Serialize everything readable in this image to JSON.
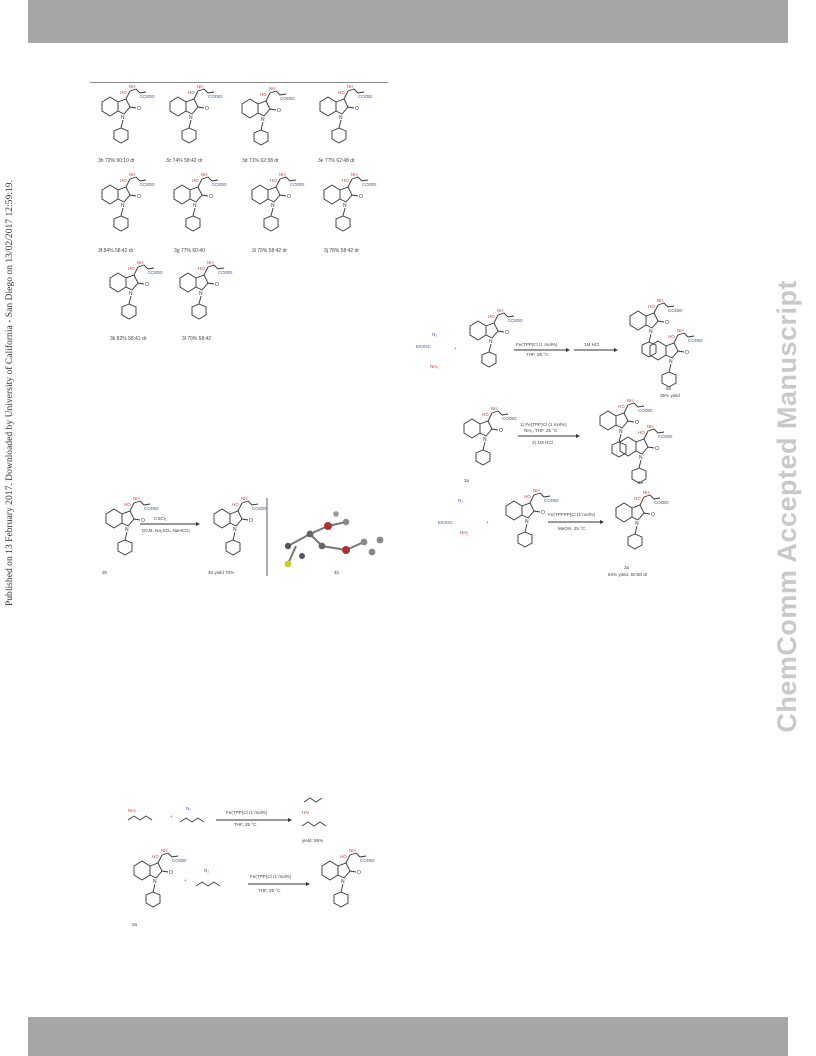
{
  "side_note": "Published on 13 February 2017. Downloaded by University of California - San Diego on 13/02/2017 12:59:19.",
  "watermark": "ChemComm Accepted Manuscript",
  "table_compounds": [
    {
      "label": "3h 72% 90:10 dr"
    },
    {
      "label": "3c 74% 58:42 dr"
    },
    {
      "label": "3d 71% 62:38 dr"
    },
    {
      "label": "3e 77% 62:48 dr"
    },
    {
      "label": "3f 84% 58:42 dr"
    },
    {
      "label": "3g 77% 60:40"
    },
    {
      "label": "3i 79% 58:42 dr"
    },
    {
      "label": "3j 78% 58:42 dr"
    },
    {
      "label": "3k 82% 58:41 dr"
    },
    {
      "label": "3l 70% 58:42"
    }
  ],
  "derivatization": {
    "reagent": "CSCl₂",
    "conditions": "DCM, Na₂SO₄ NaHCO₃",
    "start_label": "3b",
    "product_label": "4b yield 70%",
    "xray_label": "4b"
  },
  "scheme_right": {
    "row1": {
      "reagents": "Fe(TPP)Cl (1 mol%)",
      "solvent": "THF, 25 °C",
      "step2": "1M HCl",
      "product": "5a",
      "yield": "35% yield"
    },
    "row2": {
      "start": "3a",
      "step1": "1) Fe(TPP)Cl (1 mol%)",
      "step1b": "NH₃, THF, 25 °C",
      "step2": "2) 1M HCl",
      "product": "5a"
    },
    "row3": {
      "reagents": "Fe(TPFPP)Cl (1 mol%)",
      "solvent": "MeOH, 25 °C",
      "product": "3a",
      "yield": "84% yield, 50:50 dr"
    }
  },
  "scheme_bottom": {
    "row1": {
      "reagents": "Fe(TPP)Cl (1 mol%)",
      "solvent": "THF, 25 °C",
      "yield": "yield: 55%"
    },
    "row2": {
      "start": "3a",
      "reagents": "Fe(TPP)Cl (1 mol%)",
      "solvent": "THF, 25 °C"
    }
  }
}
